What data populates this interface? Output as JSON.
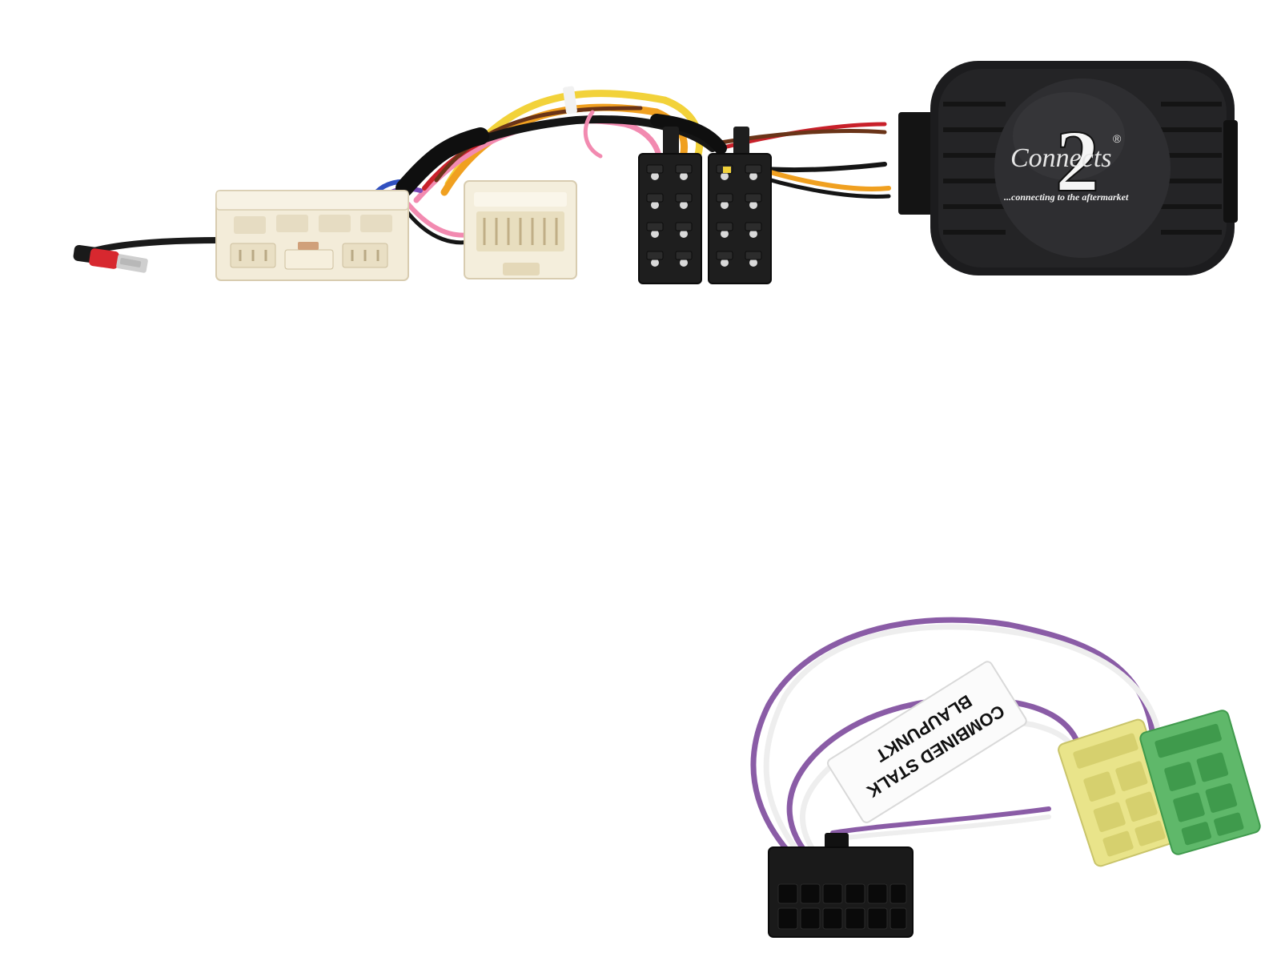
{
  "module": {
    "logo_digit": "2",
    "logo_word": "Connects",
    "registered_mark": "®",
    "tagline": "...connecting to the aftermarket"
  },
  "stalk_label": {
    "line1": "COMBINED STALK",
    "line2": "BLAUPUNKT"
  },
  "colors": {
    "module_body": "#1c1c1e",
    "white_connector": "#f3ecd9",
    "iso_connector": "#1e1e1e",
    "yellow_connector": "#e9e48a",
    "green_connector": "#5fb86a",
    "purple_wire": "#8a5ca6",
    "white_wire": "#f0f0f0",
    "orange_wire": "#f0a020",
    "yellow_wire": "#f2d23a",
    "red_wire": "#c8202a",
    "pink_wire": "#f28ab0",
    "brown_wire": "#6a3418"
  }
}
